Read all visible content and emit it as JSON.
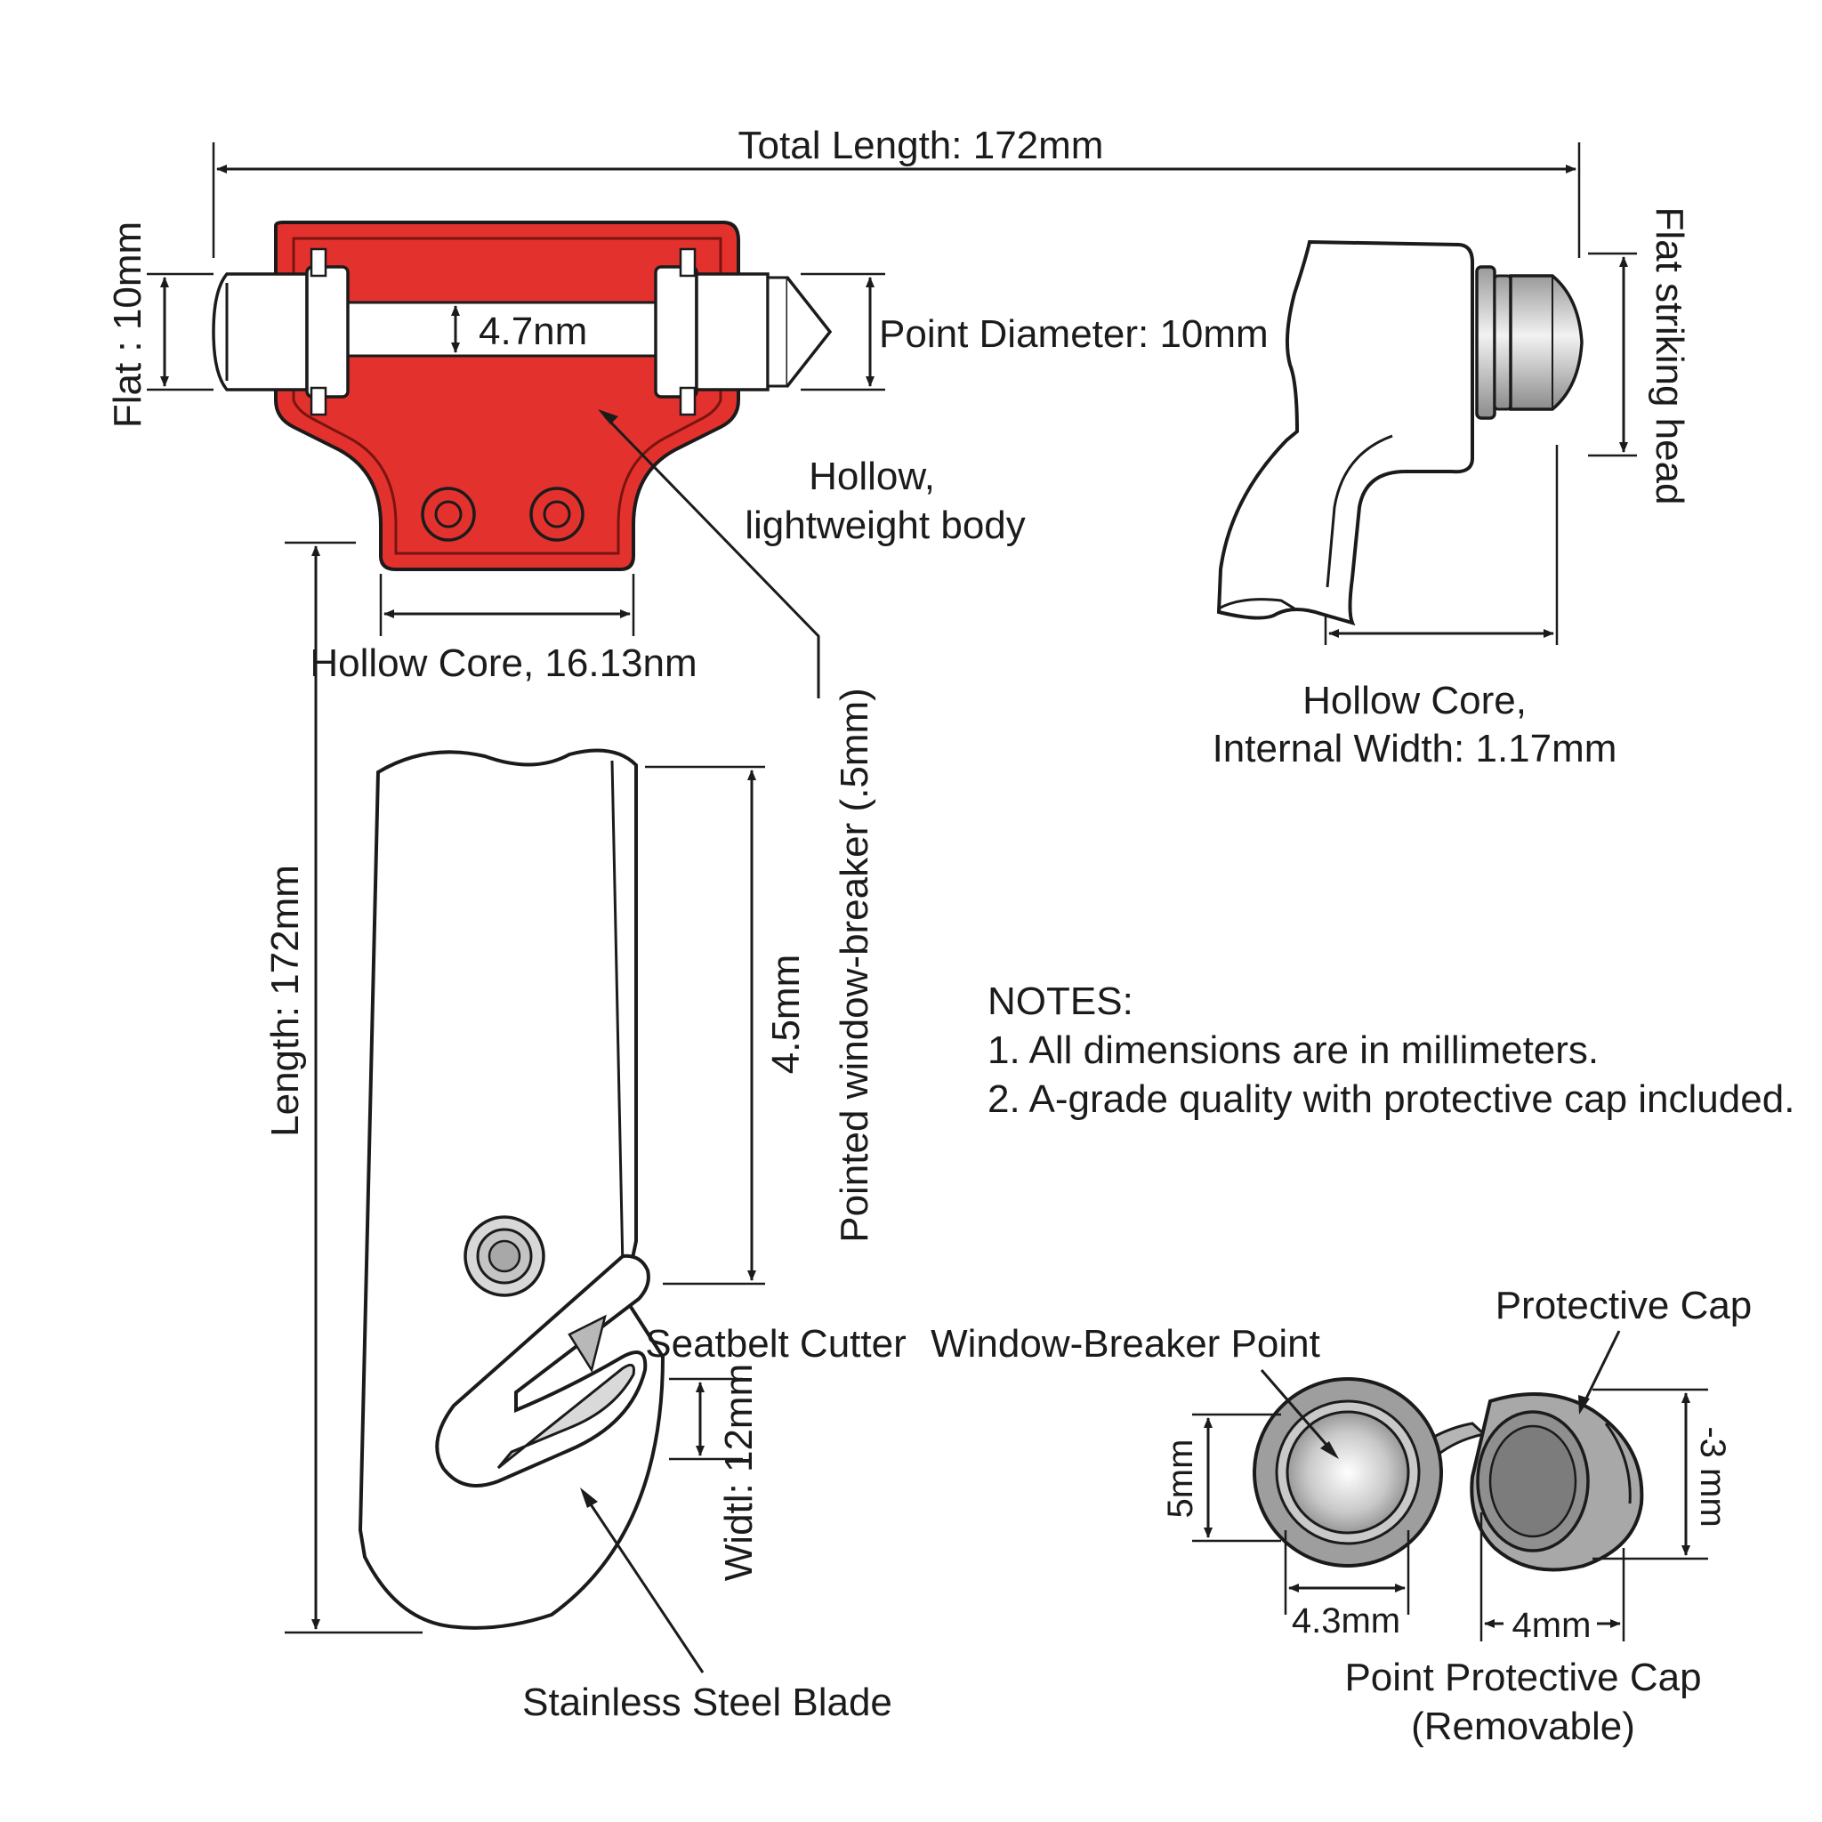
{
  "colors": {
    "body_red": "#e3322e",
    "line": "#1b1b1b",
    "metal_gray": "#b5b5b5"
  },
  "labels": {
    "total_length": "Total Length: 172mm",
    "flat": "Flat  : 10mm",
    "inner_gap": "4.7nm",
    "point_diameter": "Point Diameter: 10mm",
    "hollow_body_line1": "Hollow,",
    "hollow_body_line2": "lightweight body",
    "hollow_core_top": "Hollow Core, 16.13nm",
    "flat_striking_head": "Flat striking head",
    "hollow_core_side_line1": "Hollow Core,",
    "hollow_core_side_line2": "Internal Width: 1.17mm",
    "length": "Length: 172mm",
    "pointed_breaker": "Pointed window-breaker  (.5mm)",
    "dim_45": "4.5mm",
    "seatbelt_cutter": "Seatbelt Cutter",
    "width_12": "Widtl: 12mm",
    "stainless_blade": "Stainless Steel Blade",
    "window_breaker_point": "Window-Breaker Point",
    "protective_cap": "Protective Cap",
    "dim_5mm": "5mm",
    "dim_3mm": "-3 mm",
    "dim_43": "4.3mm",
    "dim_4mm": "4mm",
    "point_cap_line1": "Point Protective Cap",
    "point_cap_line2": "(Removable)"
  },
  "notes": {
    "title": "NOTES:",
    "items": [
      "1. All dimensions are in millimeters.",
      "2. A-grade quality with protective cap included."
    ]
  }
}
